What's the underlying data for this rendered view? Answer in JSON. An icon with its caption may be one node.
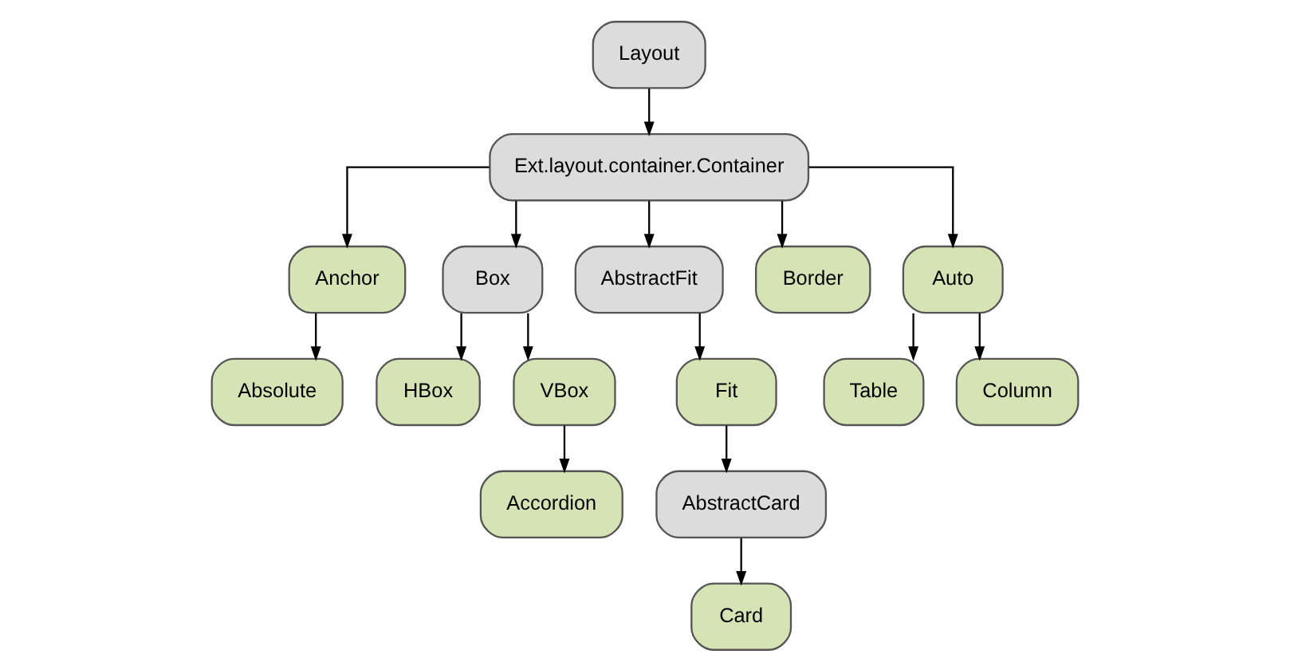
{
  "diagram": {
    "nodes": [
      {
        "text": [
          "Layout"
        ]
      },
      {
        "text": [
          "Ext.layout.container.Container"
        ]
      },
      {
        "text": [
          "Anchor"
        ]
      },
      {
        "text": [
          "Absolute"
        ]
      },
      {
        "text": [
          "Box"
        ]
      },
      {
        "text": [
          "HBox"
        ]
      },
      {
        "text": [
          "VBox"
        ]
      },
      {
        "text": [
          "Accordion"
        ]
      },
      {
        "text": [
          "AbstractFit"
        ]
      },
      {
        "text": [
          "Fit"
        ]
      },
      {
        "text": [
          "AbstractCard"
        ]
      },
      {
        "text": [
          "Card"
        ]
      },
      {
        "text": [
          "Border"
        ]
      },
      {
        "text": [
          "Auto"
        ]
      },
      {
        "text": [
          "Table"
        ]
      },
      {
        "text": [
          "Column"
        ]
      }
    ],
    "edges": [
      {
        "from": 0,
        "to": 1,
        "arrow": "to"
      },
      {
        "from": 1,
        "to": 2,
        "arrow": "to"
      },
      {
        "from": 1,
        "to": 4,
        "arrow": "to"
      },
      {
        "from": 1,
        "to": 8,
        "arrow": "to"
      },
      {
        "from": 1,
        "to": 12,
        "arrow": "to"
      },
      {
        "from": 1,
        "to": 13,
        "arrow": "to"
      },
      {
        "from": 2,
        "to": 3,
        "arrow": "to"
      },
      {
        "from": 4,
        "to": 5,
        "arrow": "to"
      },
      {
        "from": 4,
        "to": 6,
        "arrow": "to"
      },
      {
        "from": 6,
        "to": 7,
        "arrow": "to"
      },
      {
        "from": 8,
        "to": 9,
        "arrow": "to"
      },
      {
        "from": 9,
        "to": 10,
        "arrow": "to"
      },
      {
        "from": 10,
        "to": 11,
        "arrow": "to"
      },
      {
        "from": 13,
        "to": 14,
        "arrow": "to"
      },
      {
        "from": 13,
        "to": 15,
        "arrow": "to"
      }
    ]
  }
}
